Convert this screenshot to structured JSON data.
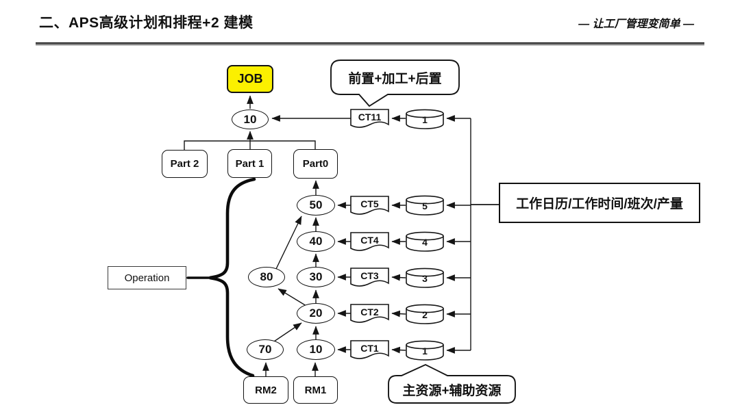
{
  "header": {
    "title": "二、APS高级计划和排程+2 建模",
    "slogan": "— 让工厂管理变简单 —"
  },
  "colors": {
    "job_fill": "#FBF000",
    "ink": "#111111"
  },
  "diagram": {
    "job_label": "JOB",
    "top_operation": "10",
    "parts": [
      {
        "label": "Part 2"
      },
      {
        "label": "Part 1"
      },
      {
        "label": "Part0"
      }
    ],
    "operation_label": "Operation",
    "callout_process": "前置+加工+后置",
    "callout_calendar": "工作日历/工作时间/班次/产量",
    "callout_resources": "主资源+辅助资源",
    "top_ct": "CT11",
    "top_cylinder": "1",
    "main_ops": [
      {
        "value": "50"
      },
      {
        "value": "40"
      },
      {
        "value": "30"
      },
      {
        "value": "20"
      },
      {
        "value": "10"
      }
    ],
    "branch_ops": [
      {
        "value": "80"
      },
      {
        "value": "70"
      }
    ],
    "cts": [
      {
        "label": "CT5"
      },
      {
        "label": "CT4"
      },
      {
        "label": "CT3"
      },
      {
        "label": "CT2"
      },
      {
        "label": "CT1"
      }
    ],
    "cylinders": [
      {
        "value": "5"
      },
      {
        "value": "4"
      },
      {
        "value": "3"
      },
      {
        "value": "2"
      },
      {
        "value": "1"
      }
    ],
    "raw_materials": [
      {
        "label": "RM2"
      },
      {
        "label": "RM1"
      }
    ]
  }
}
